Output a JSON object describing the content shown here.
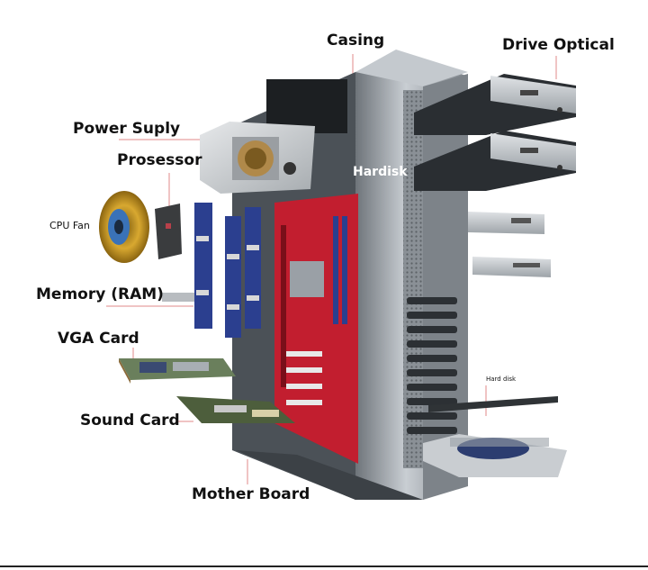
{
  "labels": {
    "casing": "Casing",
    "drive_optical": "Drive Optical",
    "power_supply": "Power Suply",
    "processor": "Prosessor",
    "hardisk": "Hardisk",
    "cpu_fan": "CPU Fan",
    "memory": "Memory (RAM)",
    "vga_card": "VGA Card",
    "hard_disk": "Hard disk",
    "sound_card": "Sound Card",
    "mother_board": "Mother Board"
  },
  "colors": {
    "label_line": "#e08a8a",
    "motherboard": "#c21e2f",
    "ram": "#2b3f8f",
    "case_gray": "#9aa0a6"
  }
}
